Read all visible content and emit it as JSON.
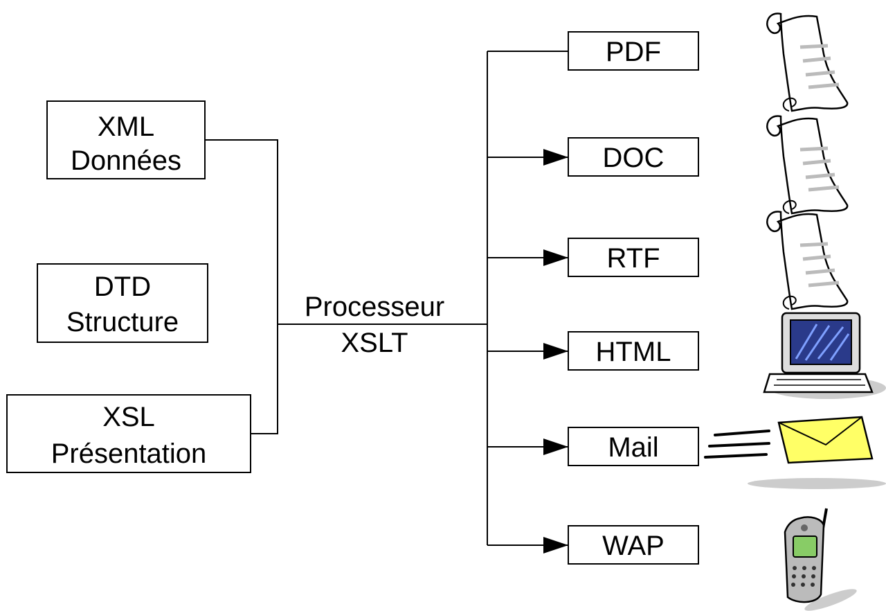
{
  "inputs": {
    "xml": {
      "line1": "XML",
      "line2": "Données"
    },
    "dtd": {
      "line1": "DTD",
      "line2": "Structure"
    },
    "xsl": {
      "line1": "XSL",
      "line2": "Présentation"
    }
  },
  "processor": {
    "line1": "Processeur",
    "line2": "XSLT"
  },
  "outputs": [
    {
      "label": "PDF",
      "icon": "document-scroll-icon"
    },
    {
      "label": "DOC",
      "icon": "document-scroll-icon"
    },
    {
      "label": "RTF",
      "icon": "document-scroll-icon"
    },
    {
      "label": "HTML",
      "icon": "computer-icon"
    },
    {
      "label": "Mail",
      "icon": "envelope-icon"
    },
    {
      "label": "WAP",
      "icon": "mobile-phone-icon"
    }
  ],
  "colors": {
    "line": "#000000",
    "envelope": "#ffff66",
    "screen": "#2a3a8a",
    "phone_screen": "#88cc66"
  }
}
